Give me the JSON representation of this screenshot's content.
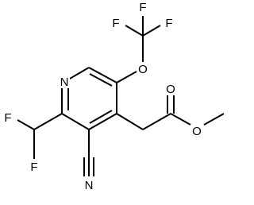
{
  "atoms": {
    "n_ring": "N",
    "o_ether": "O",
    "o_carbonyl": "O",
    "o_ester": "O",
    "f1": "F",
    "f2": "F",
    "f3": "F",
    "f4": "F",
    "f5": "F",
    "n_nitrile": "N"
  }
}
